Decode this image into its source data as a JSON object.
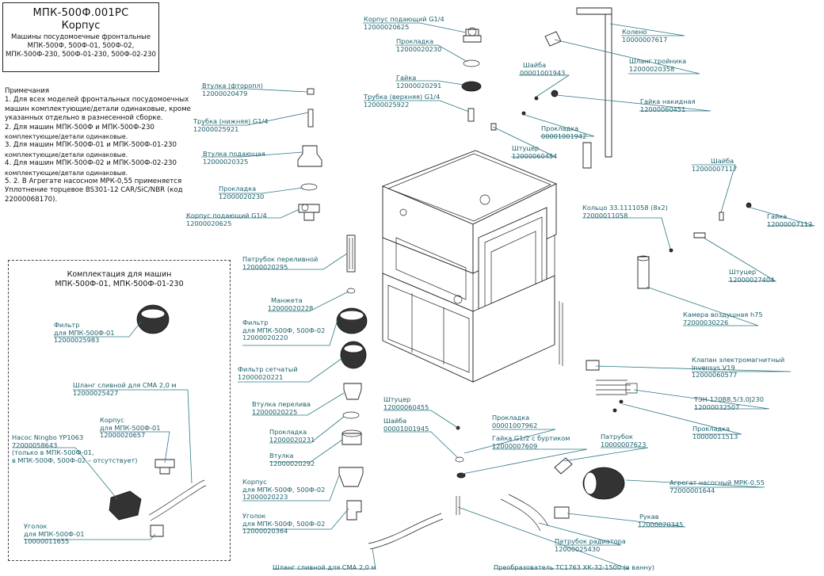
{
  "title": {
    "code": "МПК-500Ф.001РС",
    "name": "Корпус",
    "subtitle_lines": [
      "Машины посудомоечные фронтальные",
      "МПК-500Ф, 500Ф-01, 500Ф-02,",
      "МПК-500Ф-230, 500Ф-01-230, 500Ф-02-230"
    ]
  },
  "notes": {
    "heading": "Примечания",
    "lines": [
      "1. Для всех моделей фронтальных посудомоечных",
      "машин комплектующие/детали одинаковые, кроме",
      "указанных отдельно в разнесенной сборке.",
      "2. Для машин МПК-500Ф и МПК-500Ф-230",
      "комплектующие/детали одинаковые.",
      "3. Для машин МПК-500Ф-01 и МПК-500Ф-01-230",
      "комплектующие/детали одинаковые.",
      "4. Для машин МПК-500Ф-02 и МПК-500Ф-02-230",
      "комплектующие/детали одинаковые.",
      "5. 2. В Агрегате насосном МРК-0,55 применяется",
      "Уплотнение торцевое BS301-12 CAR/SiC/NBR (код",
      "22000068170)."
    ]
  },
  "kit": {
    "title_lines": [
      "Комплектация для машин",
      "МПК-500Ф-01, МПК-500Ф-01-230"
    ]
  },
  "labels": [
    {
      "id": "filter-01",
      "lines": [
        "Фильтр",
        "для МПК-500Ф-01"
      ],
      "num": "12000025983"
    },
    {
      "id": "drain-hose-kit",
      "lines": [
        "Шланг сливной для СМА 2,0 м"
      ],
      "num": "12000025427"
    },
    {
      "id": "housing-01",
      "lines": [
        "Корпус",
        "для МПК-500Ф-01"
      ],
      "num": "12000020657"
    },
    {
      "id": "pump-ningbo",
      "lines": [
        "Насос Ningbo YP1063"
      ],
      "num": "72000058643",
      "extra": [
        "(только в МПК-500Ф-01,",
        "в МПК-500Ф, 500Ф-02 – отсутствует)"
      ]
    },
    {
      "id": "elbow-01",
      "lines": [
        "Уголок",
        "для МПК-500Ф-01"
      ],
      "num": "10000011655"
    },
    {
      "id": "bushing-ptfe",
      "lines": [
        "Втулка (фторопл)"
      ],
      "num": "12000020479"
    },
    {
      "id": "tube-lower",
      "lines": [
        "Трубка (нижняя) G1/4"
      ],
      "num": "12000025921"
    },
    {
      "id": "bushing-feed",
      "lines": [
        "Втулка подающая"
      ],
      "num": "12000020325"
    },
    {
      "id": "gasket-left",
      "lines": [
        "Прокладка"
      ],
      "num": "12000020230"
    },
    {
      "id": "feed-housing-left",
      "lines": [
        "Корпус подающий G1/4"
      ],
      "num": "12000020625"
    },
    {
      "id": "feed-housing-top",
      "lines": [
        "Корпус подающий G1/4"
      ],
      "num": "12000020625"
    },
    {
      "id": "gasket-top",
      "lines": [
        "Прокладка"
      ],
      "num": "12000020230"
    },
    {
      "id": "nut-top",
      "lines": [
        "Гайка"
      ],
      "num": "12000020291"
    },
    {
      "id": "tube-upper",
      "lines": [
        "Трубка (верхняя) G1/4"
      ],
      "num": "12000025922"
    },
    {
      "id": "washer-top",
      "lines": [
        "Шайба"
      ],
      "num": "00001001943"
    },
    {
      "id": "gasket-small",
      "lines": [
        "Прокладка"
      ],
      "num": "00001001942"
    },
    {
      "id": "fitting-top",
      "lines": [
        "Штуцер"
      ],
      "num": "12000060454"
    },
    {
      "id": "elbow-pipe",
      "lines": [
        "Колено"
      ],
      "num": "10000007617"
    },
    {
      "id": "tee-hose",
      "lines": [
        "Шланг тройника"
      ],
      "num": "12000020358"
    },
    {
      "id": "union-nut",
      "lines": [
        "Гайка накидная"
      ],
      "num": "12000060451"
    },
    {
      "id": "washer-right",
      "lines": [
        "Шайба"
      ],
      "num": "12000007117"
    },
    {
      "id": "ring",
      "lines": [
        "Кольцо 33.1111058 (8х2)"
      ],
      "num": "72000011058"
    },
    {
      "id": "nut-right",
      "lines": [
        "Гайка"
      ],
      "num": "12000007112"
    },
    {
      "id": "fitting-right",
      "lines": [
        "Штуцер"
      ],
      "num": "12000027404"
    },
    {
      "id": "air-chamber",
      "lines": [
        "Камера воздушная h75"
      ],
      "num": "72000030226"
    },
    {
      "id": "overflow-pipe",
      "lines": [
        "Патрубок переливной"
      ],
      "num": "12000020295"
    },
    {
      "id": "cuff",
      "lines": [
        "Манжета"
      ],
      "num": "12000020228"
    },
    {
      "id": "filter-main",
      "lines": [
        "Фильтр",
        "для МПК-500Ф, 500Ф-02"
      ],
      "num": "12000020220"
    },
    {
      "id": "mesh-filter",
      "lines": [
        "Фильтр сетчатый"
      ],
      "num": "12000020221"
    },
    {
      "id": "overflow-bushing",
      "lines": [
        "Втулка перелива"
      ],
      "num": "12000020225"
    },
    {
      "id": "gasket-mid",
      "lines": [
        "Прокладка"
      ],
      "num": "12000020231"
    },
    {
      "id": "bushing-mid",
      "lines": [
        "Втулка"
      ],
      "num": "12000020292"
    },
    {
      "id": "housing-main",
      "lines": [
        "Корпус",
        "для МПК-500Ф, 500Ф-02"
      ],
      "num": "12000020223"
    },
    {
      "id": "elbow-main",
      "lines": [
        "Уголок",
        "для МПК-500Ф, 500Ф-02"
      ],
      "num": "12000020364"
    },
    {
      "id": "drain-hose-bottom",
      "lines": [
        "Шланг сливной для СМА 2,0 м"
      ],
      "num": ""
    },
    {
      "id": "fitting-bottom",
      "lines": [
        "Штуцер"
      ],
      "num": "12000060455"
    },
    {
      "id": "washer-bottom",
      "lines": [
        "Шайба"
      ],
      "num": "00001001945"
    },
    {
      "id": "gasket-bottom",
      "lines": [
        "Прокладка"
      ],
      "num": "00001007962"
    },
    {
      "id": "nut-bottom",
      "lines": [
        "Гайка G1/2 с буртиком"
      ],
      "num": "12000007609"
    },
    {
      "id": "transducer",
      "lines": [
        "Преобразователь ТС1763 ХК-32-1500 (в ванну)"
      ],
      "num": ""
    },
    {
      "id": "solenoid",
      "lines": [
        "Клапан электромагнитный",
        "Invensys V19"
      ],
      "num": "12000060577"
    },
    {
      "id": "heater",
      "lines": [
        "ТЭН-120В8,5/3,0J230"
      ],
      "num": "12000032507"
    },
    {
      "id": "gasket-heater",
      "lines": [
        "Прокладка"
      ],
      "num": "10000011513"
    },
    {
      "id": "branch-pipe",
      "lines": [
        "Патрубок"
      ],
      "num": "10000007623"
    },
    {
      "id": "pump-unit",
      "lines": [
        "Агрегат насосный МРК-0,55"
      ],
      "num": "72000001644"
    },
    {
      "id": "sleeve",
      "lines": [
        "Рукав"
      ],
      "num": "12000020345"
    },
    {
      "id": "radiator-pipe",
      "lines": [
        "Патрубок радиатора"
      ],
      "num": "12000025430"
    }
  ]
}
